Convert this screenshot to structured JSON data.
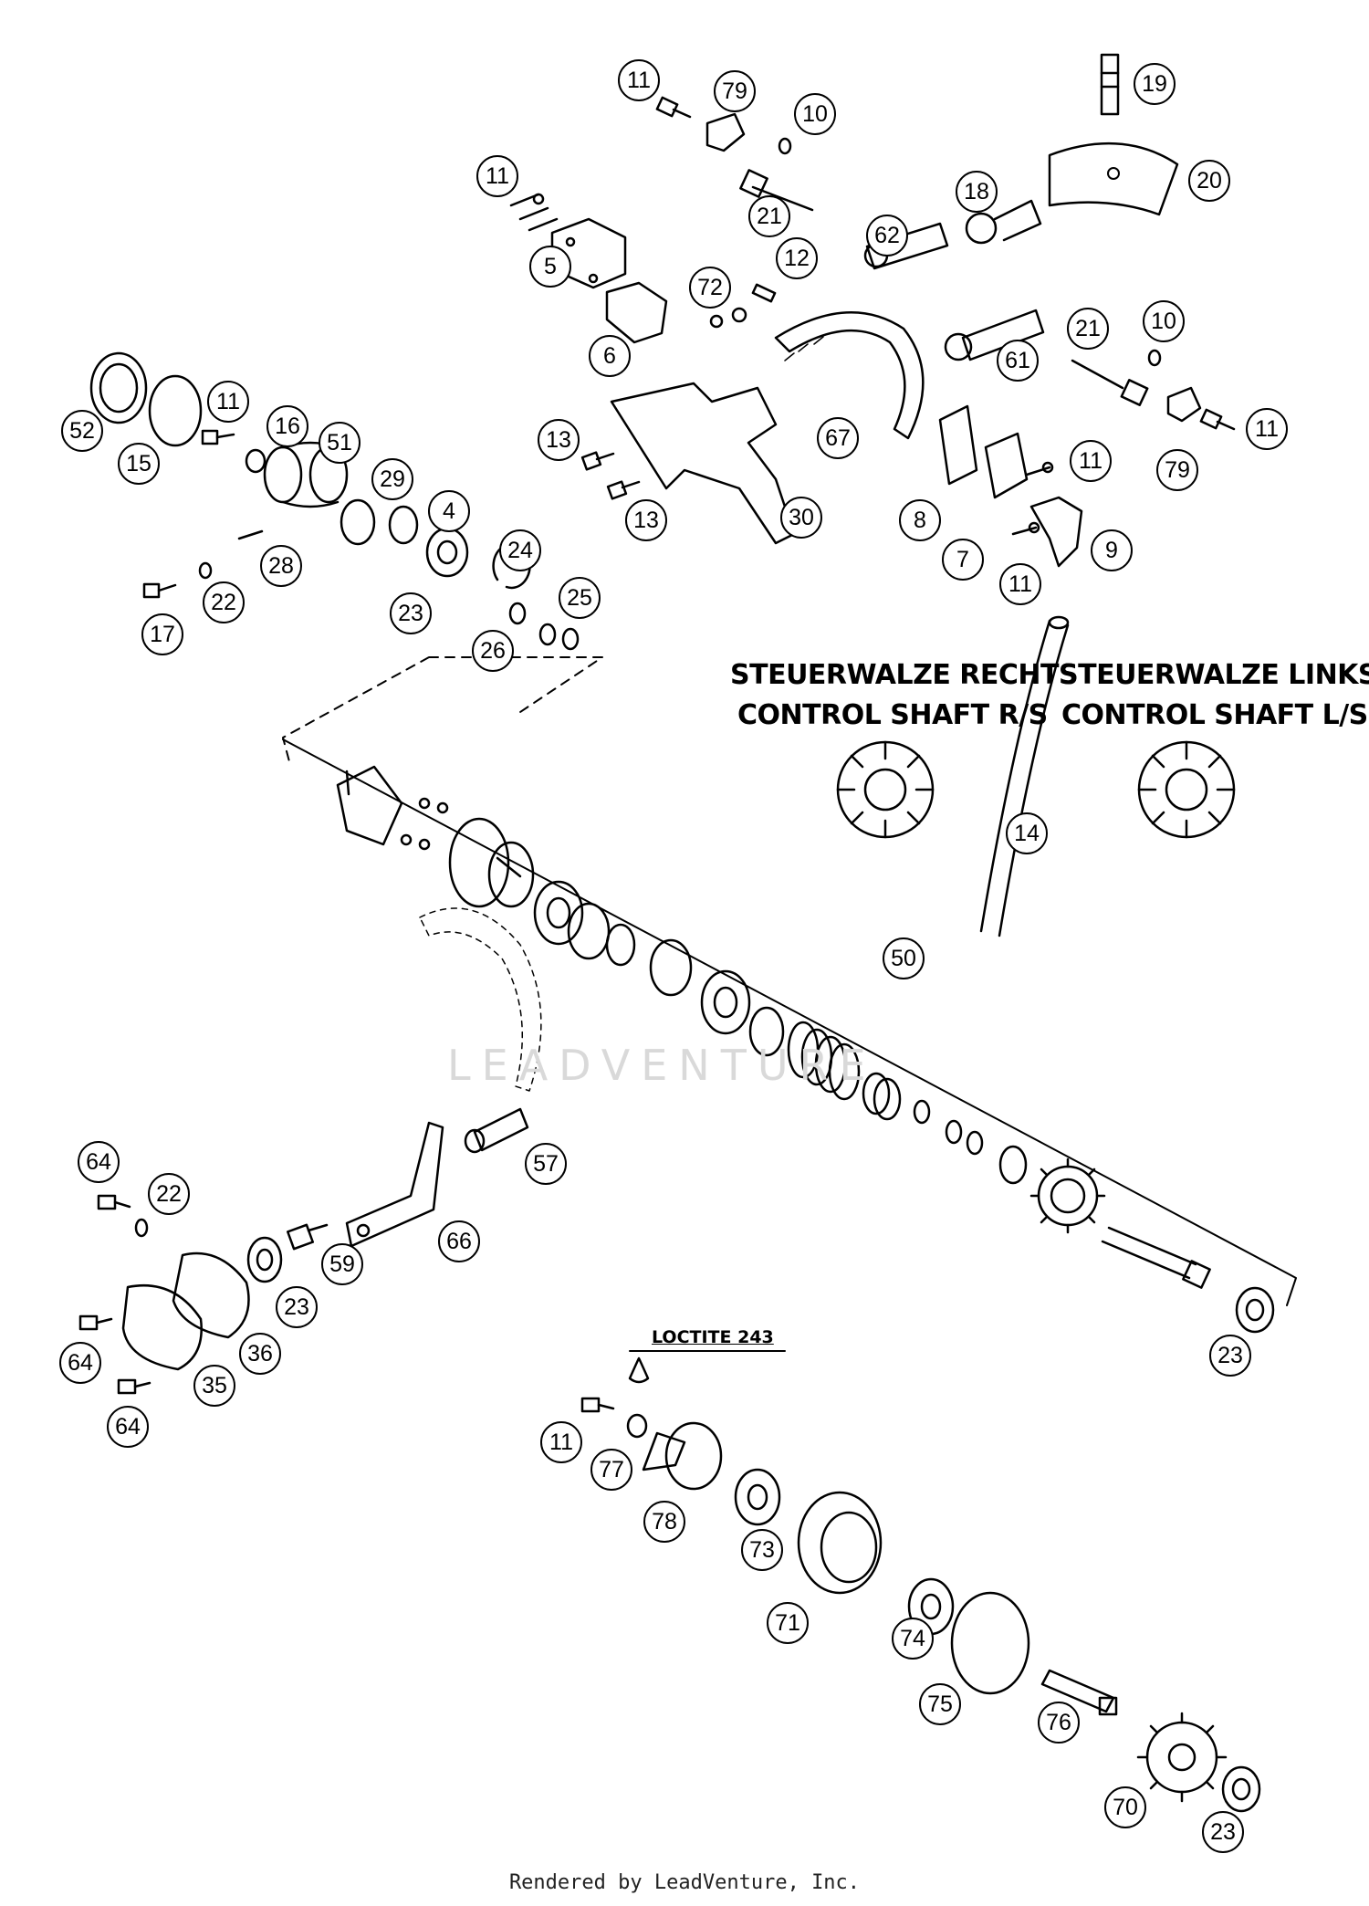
{
  "diagram": {
    "callouts": [
      {
        "id": "c1",
        "label": "11"
      },
      {
        "id": "c2",
        "label": "79"
      },
      {
        "id": "c3",
        "label": "10"
      },
      {
        "id": "c4",
        "label": "19"
      },
      {
        "id": "c5",
        "label": "11"
      },
      {
        "id": "c6",
        "label": "21"
      },
      {
        "id": "c7",
        "label": "20"
      },
      {
        "id": "c8",
        "label": "18"
      },
      {
        "id": "c9",
        "label": "62"
      },
      {
        "id": "c10",
        "label": "5"
      },
      {
        "id": "c11",
        "label": "12"
      },
      {
        "id": "c12",
        "label": "72"
      },
      {
        "id": "c13",
        "label": "21"
      },
      {
        "id": "c14",
        "label": "10"
      },
      {
        "id": "c15",
        "label": "6"
      },
      {
        "id": "c16",
        "label": "61"
      },
      {
        "id": "c17",
        "label": "11"
      },
      {
        "id": "c18",
        "label": "52"
      },
      {
        "id": "c19",
        "label": "11"
      },
      {
        "id": "c20",
        "label": "16"
      },
      {
        "id": "c21",
        "label": "51"
      },
      {
        "id": "c22",
        "label": "15"
      },
      {
        "id": "c23",
        "label": "79"
      },
      {
        "id": "c24",
        "label": "13"
      },
      {
        "id": "c25",
        "label": "67"
      },
      {
        "id": "c26",
        "label": "11"
      },
      {
        "id": "c27",
        "label": "29"
      },
      {
        "id": "c28",
        "label": "13"
      },
      {
        "id": "c29",
        "label": "4"
      },
      {
        "id": "c30",
        "label": "30"
      },
      {
        "id": "c31",
        "label": "8"
      },
      {
        "id": "c32",
        "label": "9"
      },
      {
        "id": "c33",
        "label": "7"
      },
      {
        "id": "c34",
        "label": "28"
      },
      {
        "id": "c35",
        "label": "24"
      },
      {
        "id": "c36",
        "label": "11"
      },
      {
        "id": "c37",
        "label": "22"
      },
      {
        "id": "c38",
        "label": "25"
      },
      {
        "id": "c39",
        "label": "17"
      },
      {
        "id": "c40",
        "label": "23"
      },
      {
        "id": "c41",
        "label": "26"
      },
      {
        "id": "c42",
        "label": "14"
      },
      {
        "id": "c43",
        "label": "50"
      },
      {
        "id": "c44",
        "label": "64"
      },
      {
        "id": "c45",
        "label": "22"
      },
      {
        "id": "c46",
        "label": "57"
      },
      {
        "id": "c47",
        "label": "66"
      },
      {
        "id": "c48",
        "label": "59"
      },
      {
        "id": "c49",
        "label": "23"
      },
      {
        "id": "c50",
        "label": "64"
      },
      {
        "id": "c51",
        "label": "36"
      },
      {
        "id": "c52",
        "label": "35"
      },
      {
        "id": "c53",
        "label": "64"
      },
      {
        "id": "c54",
        "label": "23"
      },
      {
        "id": "c55",
        "label": "11"
      },
      {
        "id": "c56",
        "label": "77"
      },
      {
        "id": "c57",
        "label": "78"
      },
      {
        "id": "c58",
        "label": "73"
      },
      {
        "id": "c59",
        "label": "71"
      },
      {
        "id": "c60",
        "label": "74"
      },
      {
        "id": "c61",
        "label": "75"
      },
      {
        "id": "c62",
        "label": "76"
      },
      {
        "id": "c63",
        "label": "70"
      },
      {
        "id": "c64",
        "label": "23"
      }
    ],
    "headings": {
      "right_de": "STEUERWALZE RECHTS",
      "right_en": "CONTROL SHAFT R/S",
      "left_de": "STEUERWALZE LINKS",
      "left_en": "CONTROL SHAFT L/S"
    },
    "loctite_label": "LOCTITE 243",
    "watermark": "LEADVENTURE"
  },
  "footer": "Rendered by LeadVenture, Inc."
}
